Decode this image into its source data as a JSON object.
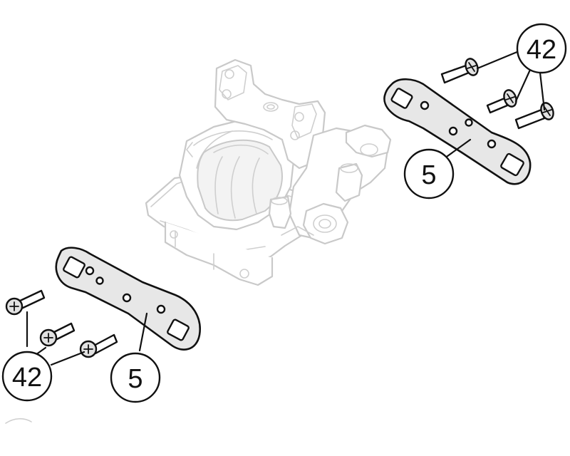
{
  "diagram": {
    "parts": [
      {
        "id": "gearbox",
        "label": ""
      },
      {
        "id": "plate-upper",
        "label": ""
      },
      {
        "id": "plate-lower",
        "label": ""
      }
    ],
    "callouts": {
      "upper_plate": "5",
      "upper_screws": "42",
      "lower_plate": "5",
      "lower_screws": "42"
    }
  },
  "colors": {
    "line": "#111111",
    "ghost_line": "#c9c9c9",
    "part_fill": "#e7e7e7",
    "background": "#ffffff"
  }
}
